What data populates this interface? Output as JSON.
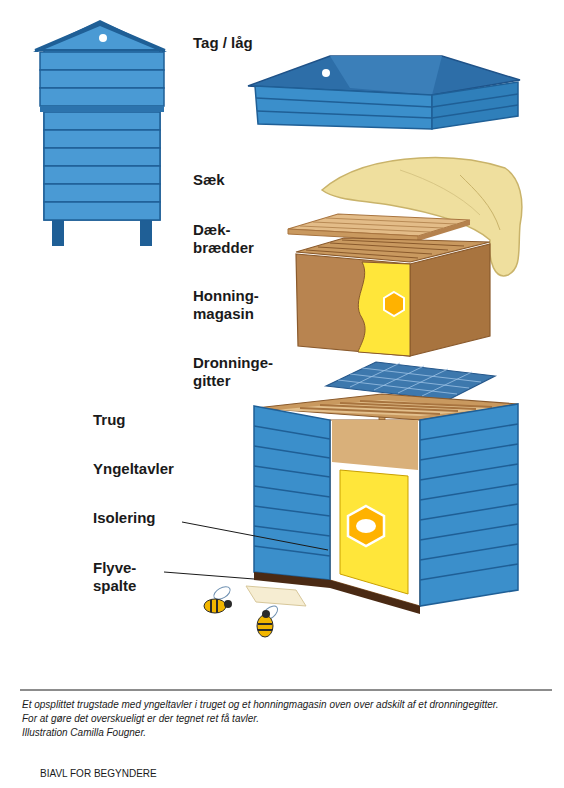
{
  "diagram": {
    "caption": "Et opsplittet trugstade med yngeltavler i truget og et honningmagasin oven over adskilt af et dronningegitter.",
    "labels": [
      "Tag / låg",
      "Sæk",
      "Dæk- brædder",
      "Honning- magasin",
      "Dronninge- gitter",
      "Trug",
      "Yngeltavler",
      "Isolering",
      "Flyve- spalte",
      "For at gøre det overskueligt er der tegnet ret få tavler.",
      "Illustration Camilla Fougner.",
      "BIAVL FOR BEGYNDERE"
    ]
  }
}
